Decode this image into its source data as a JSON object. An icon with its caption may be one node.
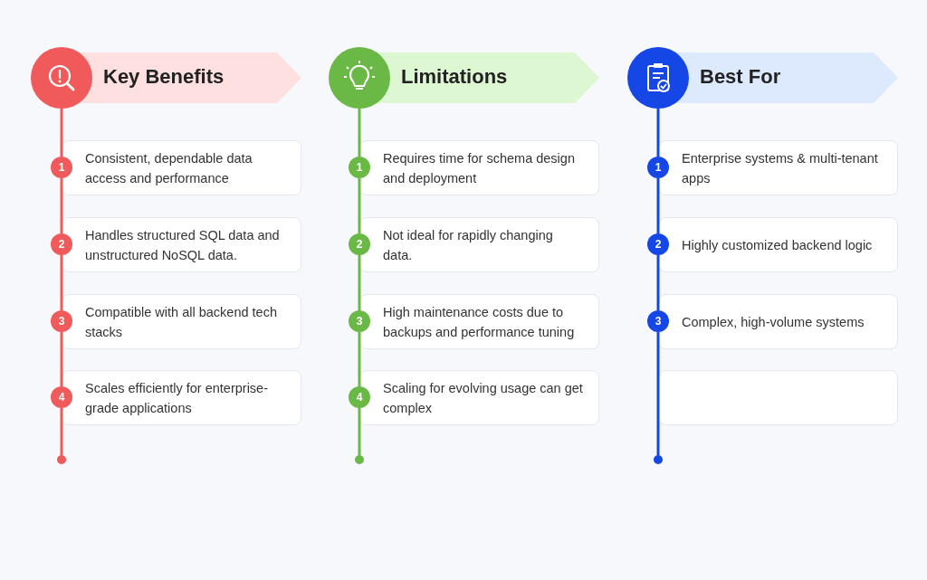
{
  "diagram": {
    "nodes": [
      {
        "text": [
          "Key Benefits"
        ]
      },
      {
        "text": [
          "1"
        ]
      },
      {
        "text": [
          "Consistent, dependable data access and performance"
        ]
      },
      {
        "text": [
          "2"
        ]
      },
      {
        "text": [
          "Handles structured SQL data and unstructured NoSQL data."
        ]
      },
      {
        "text": [
          "3"
        ]
      },
      {
        "text": [
          "Compatible with all backend tech stacks"
        ]
      },
      {
        "text": [
          "4"
        ]
      },
      {
        "text": [
          "Scales efficiently for enterprise-grade applications"
        ]
      },
      {
        "text": [],
        "shape": "circle"
      },
      {
        "text": [
          "Limitations"
        ]
      },
      {
        "text": [
          "1"
        ]
      },
      {
        "text": [
          "Requires time for schema design and deployment"
        ]
      },
      {
        "text": [
          "2"
        ]
      },
      {
        "text": [
          "Not ideal for rapidly changing data."
        ]
      },
      {
        "text": [
          "3"
        ]
      },
      {
        "text": [
          "High maintenance costs due to backups and performance tuning"
        ]
      },
      {
        "text": [
          "4"
        ]
      },
      {
        "text": [
          "Scaling for evolving usage can get complex"
        ]
      },
      {
        "text": [],
        "shape": "circle"
      },
      {
        "text": [
          "Best For"
        ]
      },
      {
        "text": [
          "1"
        ]
      },
      {
        "text": [
          "Enterprise systems & multi-tenant apps"
        ]
      },
      {
        "text": [
          "2"
        ]
      },
      {
        "text": [
          "Highly customized backend logic"
        ]
      },
      {
        "text": [
          "3"
        ]
      },
      {
        "text": [
          "Complex, high-volume systems"
        ]
      },
      {
        "text": [],
        "shape": "box"
      },
      {
        "text": [],
        "shape": "circle"
      }
    ],
    "edges": [
      {
        "from": 0,
        "to": 1,
        "arrow": "none",
        "color": "#f05a5a"
      },
      {
        "from": 1,
        "to": 3,
        "arrow": "none",
        "color": "#f05a5a"
      },
      {
        "from": 3,
        "to": 5,
        "arrow": "none",
        "color": "#f05a5a"
      },
      {
        "from": 5,
        "to": 7,
        "arrow": "none",
        "color": "#f05a5a"
      },
      {
        "from": 7,
        "to": 9,
        "arrow": "none",
        "color": "#f05a5a"
      },
      {
        "from": 10,
        "to": 11,
        "arrow": "none",
        "color": "#6ab845"
      },
      {
        "from": 11,
        "to": 13,
        "arrow": "none",
        "color": "#6ab845"
      },
      {
        "from": 13,
        "to": 15,
        "arrow": "none",
        "color": "#6ab845"
      },
      {
        "from": 15,
        "to": 17,
        "arrow": "none",
        "color": "#6ab845"
      },
      {
        "from": 17,
        "to": 19,
        "arrow": "none",
        "color": "#6ab845"
      },
      {
        "from": 20,
        "to": 21,
        "arrow": "none",
        "color": "#1546e6"
      },
      {
        "from": 21,
        "to": 23,
        "arrow": "none",
        "color": "#1546e6"
      },
      {
        "from": 23,
        "to": 25,
        "arrow": "none",
        "color": "#1546e6"
      },
      {
        "from": 25,
        "to": 28,
        "arrow": "none",
        "color": "#1546e6"
      }
    ]
  }
}
